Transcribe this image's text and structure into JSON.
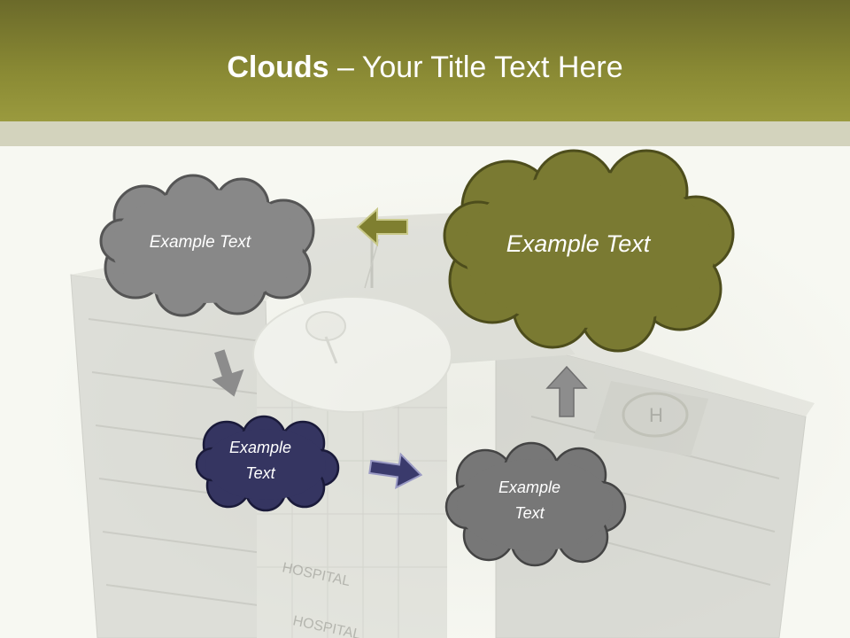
{
  "slide": {
    "title_bold": "Clouds",
    "title_dash": " – ",
    "title_rest": "Your Title Text Here"
  },
  "background": {
    "sign_text": "HOSPITAL",
    "sign_text_lower": "HOSPITAL",
    "helipad_letter": "H"
  },
  "clouds": [
    {
      "text": "Example Text"
    },
    {
      "text": "Example Text"
    },
    {
      "line1": "Example",
      "line2": "Text"
    },
    {
      "line1": "Example",
      "line2": "Text"
    }
  ],
  "colors": {
    "header": "#8a8a34",
    "cloud_gray": "#888888",
    "cloud_olive": "#7a7a32",
    "cloud_navy": "#353561",
    "cloud_dark_gray": "#777777"
  }
}
